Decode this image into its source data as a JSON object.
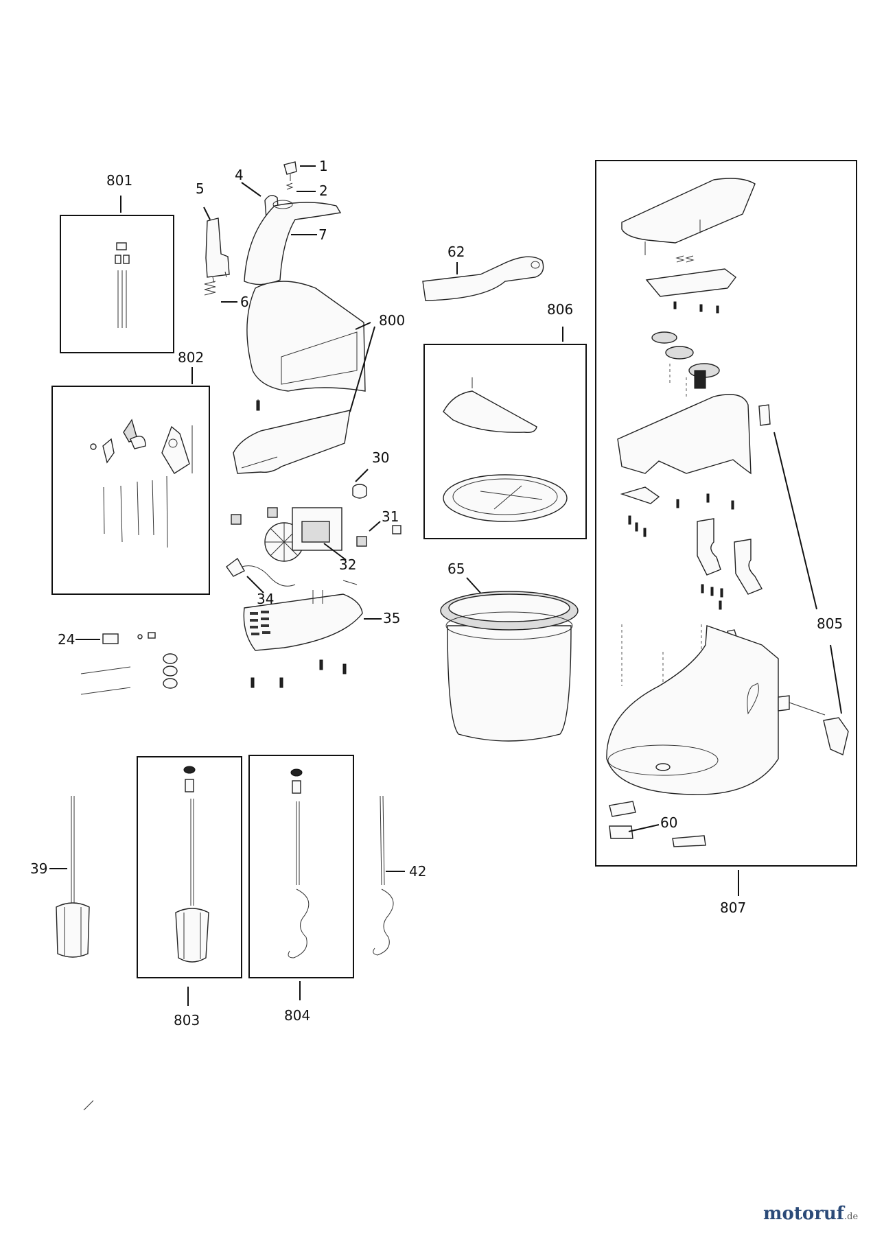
{
  "labels": {
    "p1": "1",
    "p2": "2",
    "p4": "4",
    "p5": "5",
    "p6": "6",
    "p7": "7",
    "p24": "24",
    "p30": "30",
    "p31": "31",
    "p32": "32",
    "p34": "34",
    "p35": "35",
    "p39": "39",
    "p42": "42",
    "p60": "60",
    "p62": "62",
    "p65": "65",
    "p800": "800",
    "p801": "801",
    "p802": "802",
    "p803": "803",
    "p804": "804",
    "p805": "805",
    "p806": "806",
    "p807": "807"
  },
  "brand": {
    "name": "motoruf",
    "suffix": ".de"
  }
}
